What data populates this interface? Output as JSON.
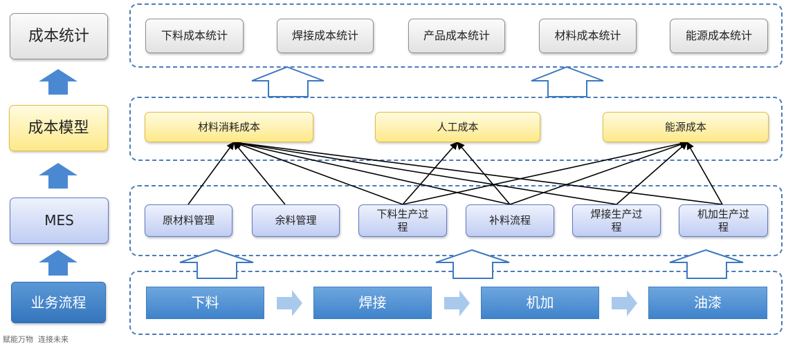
{
  "sidebar": {
    "stats": "成本统计",
    "model": "成本模型",
    "mes": "MES",
    "process": "业务流程"
  },
  "stats_layer": [
    "下料成本统计",
    "焊接成本统计",
    "产品成本统计",
    "材料成本统计",
    "能源成本统计"
  ],
  "cost_layer": [
    "材料消耗成本",
    "人工成本",
    "能源成本"
  ],
  "mes_layer": [
    "原材料管理",
    "余料管理",
    "下料生产过\n程",
    "补料流程",
    "焊接生产过\n程",
    "机加生产过\n程"
  ],
  "process_layer": [
    "下料",
    "焊接",
    "机加",
    "油漆"
  ],
  "footer": "赋能万物  连接未来",
  "colors": {
    "dashed_border": "#4a7ab8",
    "up_arrow_fill": "#4a89d1",
    "outline_arrow": "#3a78c2",
    "flow_arrow": "#a9c9ec",
    "process_fill": "#4a8ad0"
  }
}
